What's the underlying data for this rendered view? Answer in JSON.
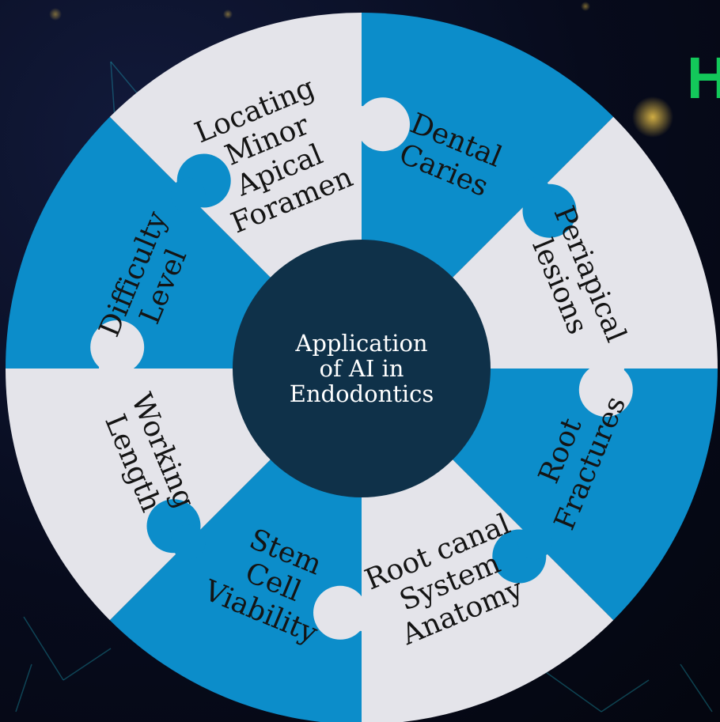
{
  "heading_fragment": "H",
  "center": {
    "lines": [
      "Application",
      "of AI in",
      "Endodontics"
    ]
  },
  "colors": {
    "blue": "#0c8dca",
    "light": "#e4e4ea",
    "center": "#0f3149",
    "accent": "#13c85a"
  },
  "segments": [
    {
      "name": "dental-caries",
      "lines": [
        "Dental",
        "Caries"
      ],
      "fill": "blue"
    },
    {
      "name": "periapical-lesions",
      "lines": [
        "Periapical",
        "lesions"
      ],
      "fill": "light"
    },
    {
      "name": "root-fractures",
      "lines": [
        "Root",
        "Fractures"
      ],
      "fill": "blue"
    },
    {
      "name": "root-canal-system-anatomy",
      "lines": [
        "Root canal",
        "System",
        "Anatomy"
      ],
      "fill": "light"
    },
    {
      "name": "stem-cell-viability",
      "lines": [
        "Stem",
        "Cell",
        "Viability"
      ],
      "fill": "blue"
    },
    {
      "name": "working-length",
      "lines": [
        "Working",
        "Length"
      ],
      "fill": "light"
    },
    {
      "name": "difficulty-level",
      "lines": [
        "Difficulty",
        "Level"
      ],
      "fill": "blue"
    },
    {
      "name": "locating-minor-apical-foramen",
      "lines": [
        "Locating",
        "Minor",
        "Apical",
        "Foramen"
      ],
      "fill": "light"
    }
  ]
}
